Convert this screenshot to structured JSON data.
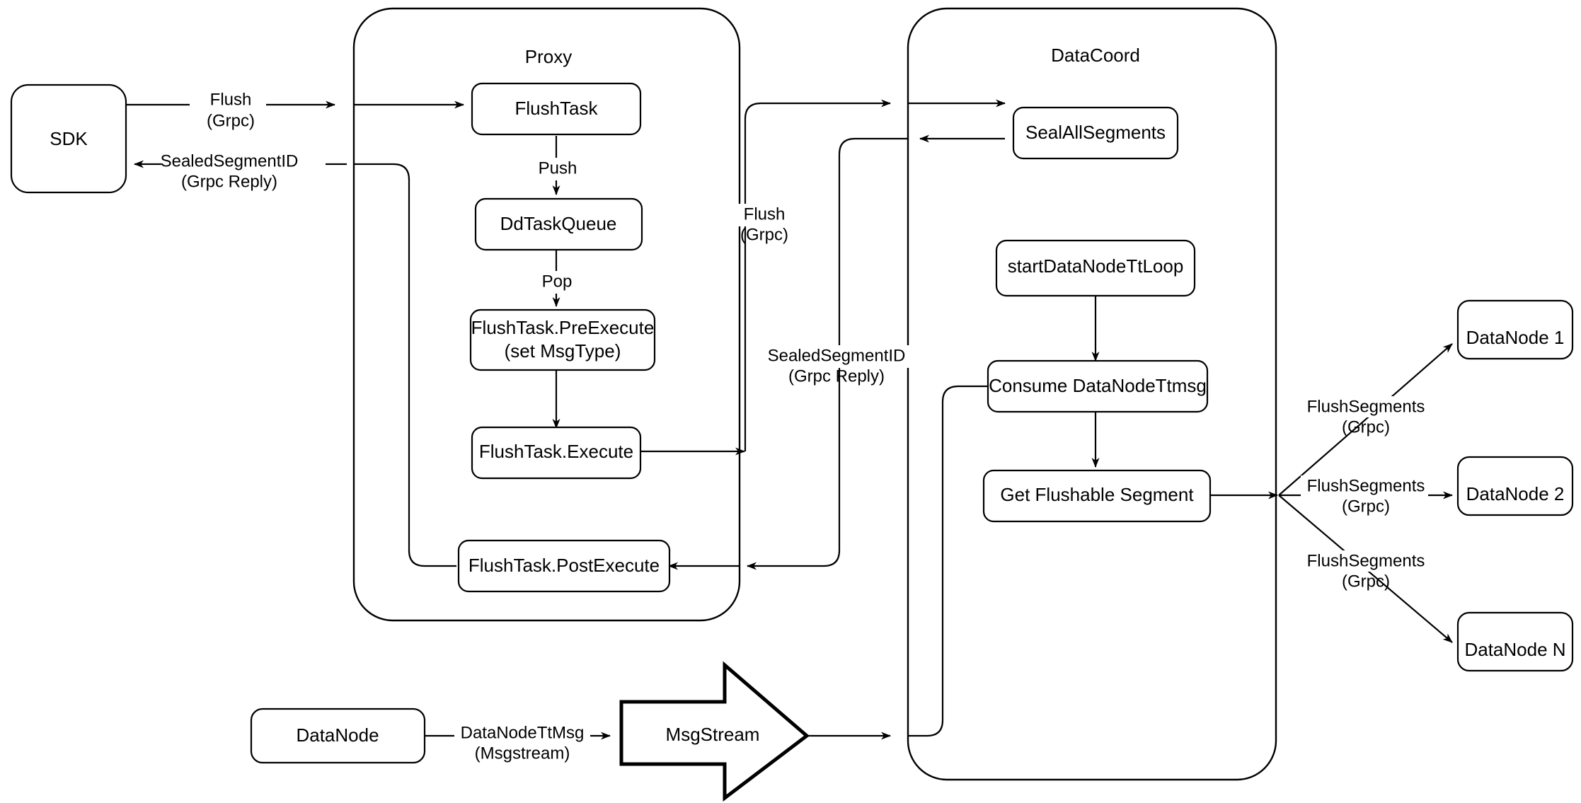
{
  "diagram": {
    "title": "Milvus Flush Sequence Flow",
    "background_color": "#ffffff",
    "stroke_color": "#000000"
  },
  "groups": {
    "proxy": {
      "label": "Proxy"
    },
    "datacoord": {
      "label": "DataCoord"
    }
  },
  "nodes": {
    "sdk": {
      "label": "SDK"
    },
    "flush_task": {
      "label": "FlushTask"
    },
    "dd_task_queue": {
      "label": "DdTaskQueue"
    },
    "pre_execute_line1": {
      "label": "FlushTask.PreExecute"
    },
    "pre_execute_line2": {
      "label": "(set MsgType)"
    },
    "execute": {
      "label": "FlushTask.Execute"
    },
    "post_execute": {
      "label": "FlushTask.PostExecute"
    },
    "seal_all_segments": {
      "label": "SealAllSegments"
    },
    "start_tt_loop": {
      "label": "startDataNodeTtLoop"
    },
    "consume_ttmsg": {
      "label": "Consume DataNodeTtmsg"
    },
    "get_flushable": {
      "label": "Get Flushable Segment"
    },
    "datanode_1": {
      "label": "DataNode 1"
    },
    "datanode_2": {
      "label": "DataNode 2"
    },
    "datanode_n": {
      "label": "DataNode N"
    },
    "datanode_bottom": {
      "label": "DataNode"
    },
    "msgstream": {
      "label": "MsgStream"
    }
  },
  "edge_labels": {
    "sdk_to_proxy_l1": {
      "label": "Flush"
    },
    "sdk_to_proxy_l2": {
      "label": "(Grpc)"
    },
    "proxy_to_sdk_l1": {
      "label": "SealedSegmentID"
    },
    "proxy_to_sdk_l2": {
      "label": "(Grpc Reply)"
    },
    "push": {
      "label": "Push"
    },
    "pop": {
      "label": "Pop"
    },
    "proxy_to_coord_l1": {
      "label": "Flush"
    },
    "proxy_to_coord_l2": {
      "label": "(Grpc)"
    },
    "coord_to_proxy_l1": {
      "label": "SealedSegmentID"
    },
    "coord_to_proxy_l2": {
      "label": "(Grpc Reply)"
    },
    "flush_seg_1_l1": {
      "label": "FlushSegments"
    },
    "flush_seg_1_l2": {
      "label": "(Grpc)"
    },
    "flush_seg_2_l1": {
      "label": "FlushSegments"
    },
    "flush_seg_2_l2": {
      "label": "(Grpc)"
    },
    "flush_seg_n_l1": {
      "label": "FlushSegments"
    },
    "flush_seg_n_l2": {
      "label": "(Grpc)"
    },
    "datanode_ttmsg_l1": {
      "label": "DataNodeTtMsg"
    },
    "datanode_ttmsg_l2": {
      "label": "(Msgstream)"
    }
  }
}
